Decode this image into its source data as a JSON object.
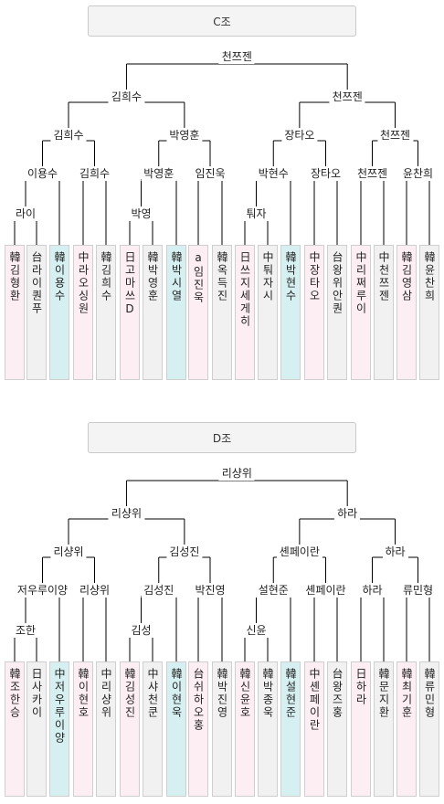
{
  "colors": {
    "line": "#000000",
    "korea": "#fdeef3",
    "winner": "#d6eff0",
    "other": "#f1f1f1",
    "header_bg": "#f4f4f4",
    "header_border": "#c8c8c8"
  },
  "groups": [
    {
      "title": "C조",
      "champion": "천쯔젠",
      "final": [
        "김희수",
        "천쯔젠"
      ],
      "semi": [
        "김희수",
        "박영훈",
        "장타오",
        "천쯔젠"
      ],
      "quarter": [
        "이용수",
        "김희수",
        "박영훈",
        "임진욱",
        "박현수",
        "장타오",
        "천쯔젠",
        "윤찬희"
      ],
      "prelim": [
        "라이",
        "박영",
        "퉈자"
      ],
      "players": [
        {
          "text": "韓김형환",
          "cls": "korea"
        },
        {
          "text": "台라이퀀푸",
          "cls": "other"
        },
        {
          "text": "韓이용수",
          "cls": "winner"
        },
        {
          "text": "中라오싱원",
          "cls": "korea"
        },
        {
          "text": "韓김희수",
          "cls": "other"
        },
        {
          "text": "日고마쓰D",
          "cls": "korea"
        },
        {
          "text": "韓박영훈",
          "cls": "other"
        },
        {
          "text": "韓박시열",
          "cls": "winner"
        },
        {
          "text": "a임진욱",
          "cls": "korea"
        },
        {
          "text": "韓옥득진",
          "cls": "other"
        },
        {
          "text": "日쓰지세게히",
          "cls": "korea"
        },
        {
          "text": "中퉈자시",
          "cls": "other"
        },
        {
          "text": "韓박현수",
          "cls": "winner"
        },
        {
          "text": "中장타오",
          "cls": "korea"
        },
        {
          "text": "台왕위안퀀",
          "cls": "other"
        },
        {
          "text": "中리쩌루이",
          "cls": "korea"
        },
        {
          "text": "中천쯔젠",
          "cls": "other"
        },
        {
          "text": "韓김영삼",
          "cls": "korea"
        },
        {
          "text": "韓윤찬희",
          "cls": "other"
        }
      ]
    },
    {
      "title": "D조",
      "champion": "리샹위",
      "final": [
        "리샹위",
        "하라"
      ],
      "semi": [
        "리샹위",
        "김성진",
        "셴페이란",
        "하라"
      ],
      "quarter": [
        "저우루이양",
        "리샹위",
        "김성진",
        "박진영",
        "설현준",
        "셴페이란",
        "하라",
        "류민형"
      ],
      "prelim": [
        "조한",
        "김성",
        "신윤"
      ],
      "players": [
        {
          "text": "韓조한승",
          "cls": "korea"
        },
        {
          "text": "日사카이",
          "cls": "other"
        },
        {
          "text": "中저우루이양",
          "cls": "winner"
        },
        {
          "text": "韓이현호",
          "cls": "korea"
        },
        {
          "text": "中리샹위",
          "cls": "other"
        },
        {
          "text": "韓김성진",
          "cls": "korea"
        },
        {
          "text": "中샤천쿤",
          "cls": "other"
        },
        {
          "text": "韓이현욱",
          "cls": "winner"
        },
        {
          "text": "台쉬하오홍",
          "cls": "korea"
        },
        {
          "text": "韓박진영",
          "cls": "other"
        },
        {
          "text": "韓신윤호",
          "cls": "korea"
        },
        {
          "text": "韓박종욱",
          "cls": "other"
        },
        {
          "text": "韓설현준",
          "cls": "winner"
        },
        {
          "text": "中셴페이란",
          "cls": "korea"
        },
        {
          "text": "台왕즈홍",
          "cls": "other"
        },
        {
          "text": "日하라",
          "cls": "korea"
        },
        {
          "text": "韓문지환",
          "cls": "other"
        },
        {
          "text": "韓최기훈",
          "cls": "korea"
        },
        {
          "text": "韓류민형",
          "cls": "other"
        }
      ]
    }
  ]
}
